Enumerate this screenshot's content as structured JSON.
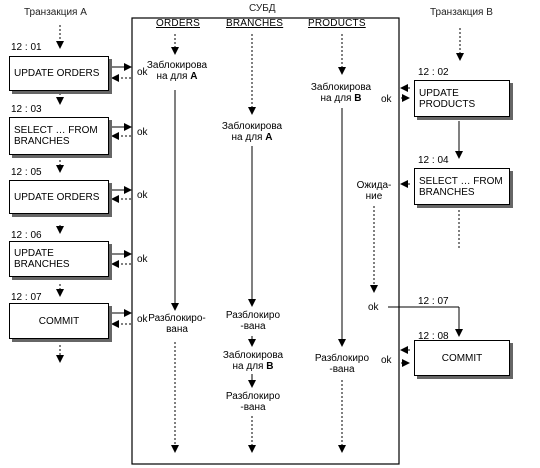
{
  "title": {
    "transaction_a": "Транзакция A",
    "dbms": "СУБД",
    "transaction_b": "Транзакция B"
  },
  "columns": {
    "orders": "ORDERS",
    "branches": "BRANCHES",
    "products": "PRODUCTS"
  },
  "transaction_a": {
    "steps": [
      {
        "time": "12 : 01",
        "label_lines": [
          "UPDATE ORDERS"
        ]
      },
      {
        "time": "12 : 03",
        "label_lines": [
          "SELECT … FROM",
          "BRANCHES"
        ]
      },
      {
        "time": "12 : 05",
        "label_lines": [
          "UPDATE ORDERS"
        ]
      },
      {
        "time": "12 : 06",
        "label_lines": [
          "UPDATE",
          "BRANCHES"
        ]
      },
      {
        "time": "12 : 07",
        "label_lines": [
          "COMMIT"
        ]
      }
    ]
  },
  "transaction_b": {
    "steps": [
      {
        "time": "12 : 02",
        "label_lines": [
          "UPDATE",
          "PRODUCTS"
        ]
      },
      {
        "time": "12 : 04",
        "label_lines": [
          "SELECT … FROM",
          "BRANCHES"
        ]
      },
      {
        "time": "12 : 07",
        "label_lines": []
      },
      {
        "time": "12 : 08",
        "label_lines": [
          "COMMIT"
        ]
      }
    ]
  },
  "ack": "ok",
  "dbms_events": {
    "orders_locked": {
      "line1": "Заблокирова",
      "line2_prefix": "на для ",
      "who": "A"
    },
    "branches_locked_a": {
      "line1": "Заблокирова",
      "line2_prefix": "на для ",
      "who": "A"
    },
    "products_locked": {
      "line1": "Заблокирова",
      "line2_prefix": "на для ",
      "who": "B"
    },
    "waiting": {
      "line1": "Ожида-",
      "line2": "ние"
    },
    "orders_unlocked": {
      "line1": "Разблокиро-",
      "line2": "вана"
    },
    "branches_unlocked_1": {
      "line1": "Разблокиро",
      "line2": "-вана"
    },
    "branches_locked_b": {
      "line1": "Заблокирова",
      "line2_prefix": "на для ",
      "who": "B"
    },
    "branches_unlocked_2": {
      "line1": "Разблокиро",
      "line2": "-вана"
    },
    "products_unlocked": {
      "line1": "Разблокиро",
      "line2": "-вана"
    }
  },
  "colors": {
    "line": "#000000",
    "shadow": "#666666",
    "background": "#ffffff"
  }
}
